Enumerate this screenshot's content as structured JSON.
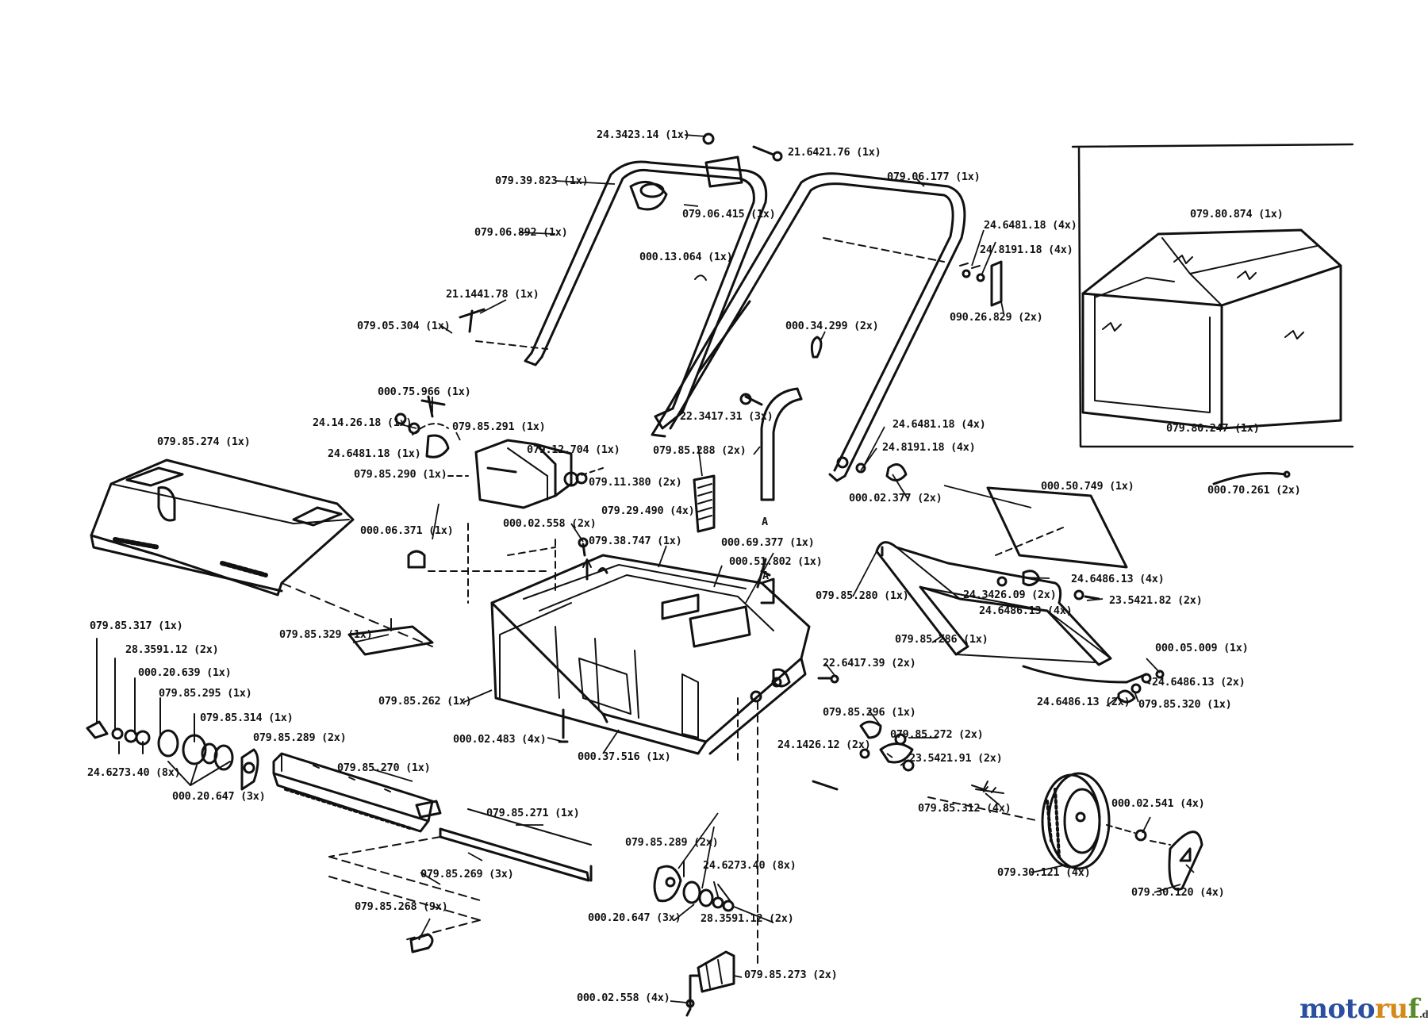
{
  "parts": {
    "p01": "24.3423.14 (1x)",
    "p02": "21.6421.76 (1x)",
    "p03": "079.39.823 (1x)",
    "p04": "079.06.415 (1x)",
    "p05": "079.06.177 (1x)",
    "p06": "079.06.892 (1x)",
    "p07": "000.13.064 (1x)",
    "p08": "24.6481.18 (4x)",
    "p09": "24.8191.18 (4x)",
    "p10": "090.26.829 (2x)",
    "p11": "21.1441.78 (1x)",
    "p12": "079.05.304 (1x)",
    "p13": "000.34.299 (2x)",
    "p14": "000.75.966 (1x)",
    "p15": "24.14.26.18 (1x)",
    "p16": "079.85.291 (1x)",
    "p17": "22.3417.31 (3x)",
    "p18": "24.6481.18 (4x)",
    "p19": "079.12.704 (1x)",
    "p20": "24.6481.18 (1x)",
    "p21": "079.85.274 (1x)",
    "p22": "079.85.290 (1x)",
    "p23": "079.11.380 (2x)",
    "p24": "079.85.288 (2x)",
    "p25": "24.8191.18 (4x)",
    "p26": "000.02.377 (2x)",
    "p27": "079.29.490 (4x)",
    "p28": "000.02.558 (2x)",
    "p29": "000.06.371 (1x)",
    "p30": "079.38.747 (1x)",
    "p31": "000.69.377 (1x)",
    "p32": "000.51.802 (1x)",
    "p33": "000.50.749 (1x)",
    "p34": "24.6486.13 (4x)",
    "p35": "24.3426.09 (2x)",
    "p36": "079.85.280 (1x)",
    "p37": "23.5421.82 (2x)",
    "p38": "24.6486.13 (4x)",
    "p39": "079.85.317 (1x)",
    "p40": "079.85.329 (1x)",
    "p41": "079.85.286 (1x)",
    "p42": "28.3591.12 (2x)",
    "p43": "000.20.639 (1x)",
    "p44": "22.6417.39 (2x)",
    "p45": "000.05.009 (1x)",
    "p46": "079.85.295 (1x)",
    "p47": "079.85.262 (1x)",
    "p48": "24.6486.13 (2x)",
    "p49": "079.85.314 (1x)",
    "p50": "079.85.296 (1x)",
    "p51": "24.6486.13 (2x)",
    "p52": "079.85.320 (1x)",
    "p53": "079.85.289 (2x)",
    "p54": "000.02.483 (4x)",
    "p55": "079.85.272 (2x)",
    "p56": "24.6273.40 (8x)",
    "p57": "079.85.270 (1x)",
    "p58": "000.37.516 (1x)",
    "p59": "24.1426.12 (2x)",
    "p60": "23.5421.91 (2x)",
    "p61": "000.20.647 (3x)",
    "p62": "079.85.312 (4x)",
    "p63": "000.02.541 (4x)",
    "p64": "079.85.271 (1x)",
    "p65": "079.85.289 (2x)",
    "p66": "24.6273.40 (8x)",
    "p67": "079.85.269 (3x)",
    "p68": "079.30.121 (4x)",
    "p69": "079.85.268 (9x)",
    "p70": "000.20.647 (3x)",
    "p71": "28.3591.12 (2x)",
    "p72": "079.30.120 (4x)",
    "p73": "079.85.273 (2x)",
    "p74": "000.02.558 (4x)",
    "p75": "079.80.874 (1x)",
    "p76": "079.80.247 (1x)",
    "p77": "000.70.261 (2x)"
  },
  "markers": {
    "a1": "A",
    "a2": "A"
  },
  "watermark": {
    "w1": "moto",
    "w2": "ru",
    "w3": "f",
    "w4": ".de"
  }
}
